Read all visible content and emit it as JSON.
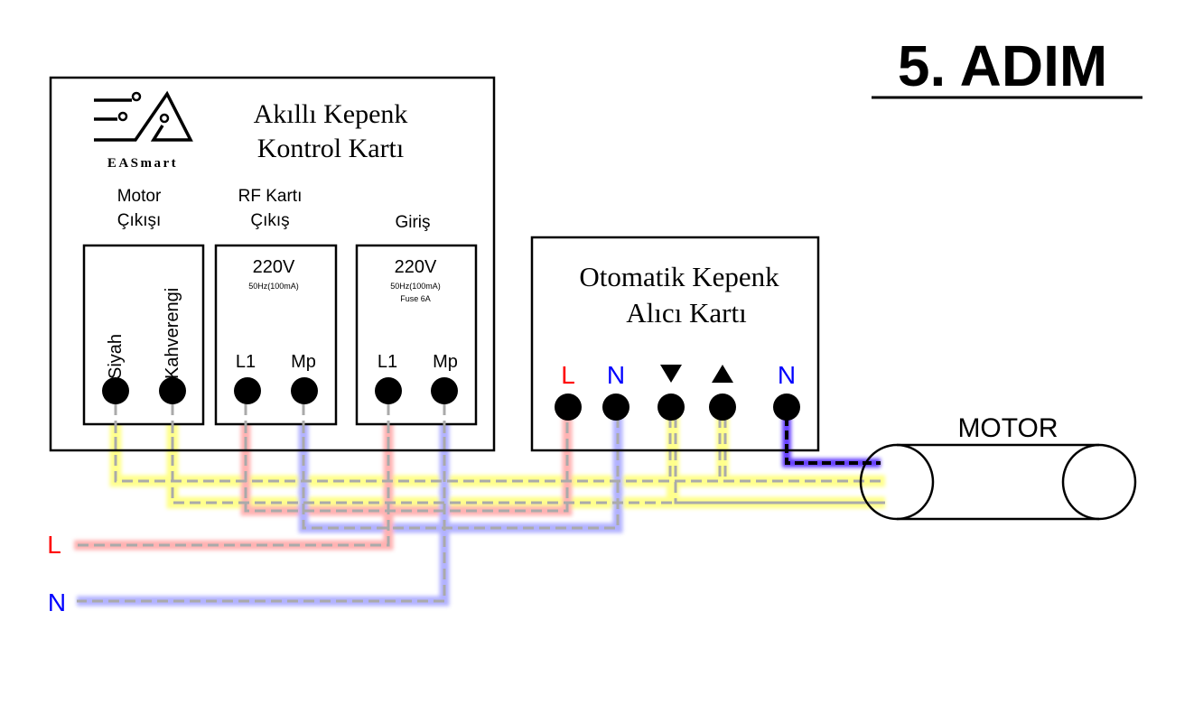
{
  "step_title": "5. ADIM",
  "colors": {
    "live": "#ff0000",
    "neutral": "#0000ff",
    "wire_dash": "#aaaaaa",
    "glow_yellow": "#ffff66",
    "glow_red": "#ff9999",
    "glow_blue": "#9999ff",
    "neutral_motor_dash": "#000000",
    "neutral_motor_glow": "#3300ff"
  },
  "control_card": {
    "logo_text": "EASmart",
    "title_line1": "Akıllı Kepenk",
    "title_line2": "Kontrol Kartı",
    "sections": {
      "motor_output": {
        "label_line1": "Motor",
        "label_line2": "Çıkışı",
        "terminals": [
          "Siyah",
          "Kahverengi"
        ]
      },
      "rf_output": {
        "label_line1": "RF Kartı",
        "label_line2": "Çıkış",
        "voltage": "220V",
        "spec_line1": "50Hz(100mA)",
        "terminals": [
          "L1",
          "Mp"
        ]
      },
      "input": {
        "label": "Giriş",
        "voltage": "220V",
        "spec_line1": "50Hz(100mA)",
        "spec_line2": "Fuse 6A",
        "terminals": [
          "L1",
          "Mp"
        ]
      }
    }
  },
  "receiver_card": {
    "title_line1": "Otomatik Kepenk",
    "title_line2": "Alıcı Kartı",
    "terminals": [
      {
        "label": "L",
        "kind": "live"
      },
      {
        "label": "N",
        "kind": "neutral"
      },
      {
        "label": "▼",
        "kind": "down"
      },
      {
        "label": "▲",
        "kind": "up"
      },
      {
        "label": "N",
        "kind": "neutral"
      }
    ]
  },
  "motor": {
    "label": "MOTOR"
  },
  "mains": {
    "live_label": "L",
    "neutral_label": "N"
  },
  "connections": [
    {
      "from": "control.motor.Siyah",
      "to": "motor",
      "color": "yellow"
    },
    {
      "from": "receiver.down",
      "to": "motor",
      "color": "yellow"
    },
    {
      "from": "control.motor.Kahverengi",
      "to": "motor",
      "color": "yellow"
    },
    {
      "from": "receiver.up",
      "to": "motor",
      "color": "yellow"
    },
    {
      "from": "control.rf.L1",
      "to": "receiver.L",
      "color": "red"
    },
    {
      "from": "control.rf.Mp",
      "to": "receiver.N",
      "color": "blue"
    },
    {
      "from": "control.input.L1",
      "to": "mains.L",
      "color": "red"
    },
    {
      "from": "control.input.Mp",
      "to": "mains.N",
      "color": "blue"
    },
    {
      "from": "receiver.N2",
      "to": "motor",
      "color": "darkblue"
    }
  ]
}
